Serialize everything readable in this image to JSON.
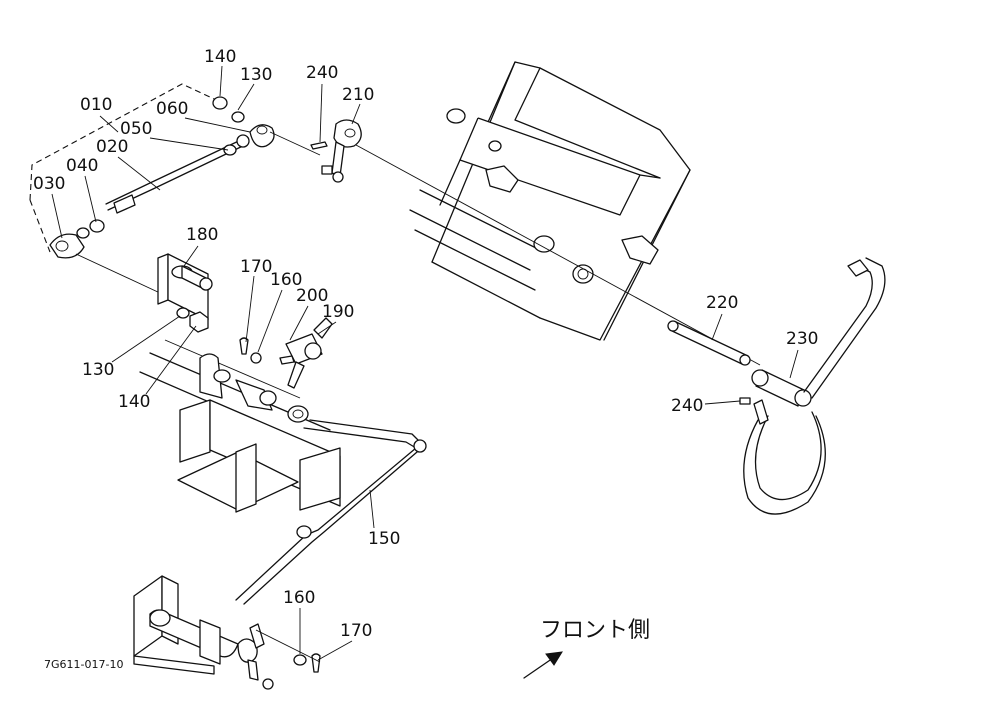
{
  "labels": {
    "p010": "010",
    "p020": "020",
    "p030": "030",
    "p040": "040",
    "p050": "050",
    "p060": "060",
    "p130a": "130",
    "p140a": "140",
    "p240a": "240",
    "p210": "210",
    "p180": "180",
    "p170a": "170",
    "p160a": "160",
    "p200": "200",
    "p190": "190",
    "p130b": "130",
    "p140b": "140",
    "p150": "150",
    "p220": "220",
    "p230": "230",
    "p240b": "240",
    "p160b": "160",
    "p170b": "170"
  },
  "direction_label": "フロント側",
  "drawing_code": "7G611-017-10",
  "icons": {
    "direction": "front-direction-arrow-icon"
  }
}
